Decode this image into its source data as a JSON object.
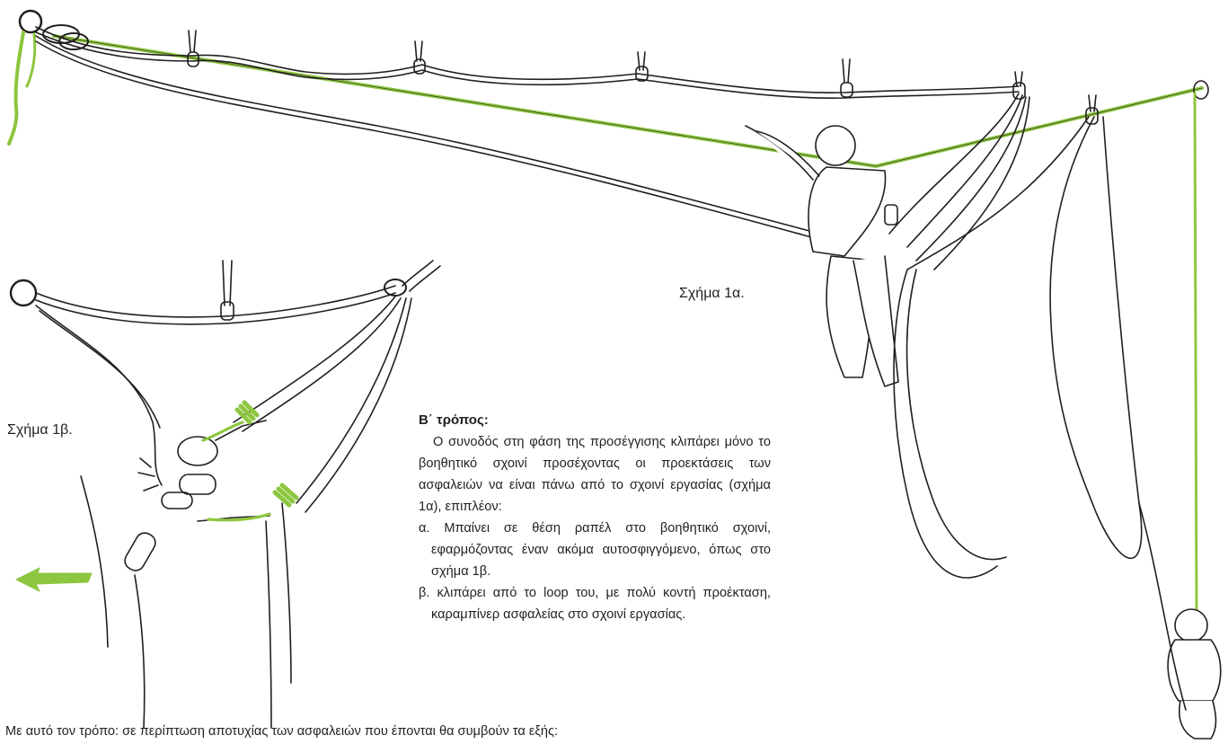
{
  "captions": {
    "fig_1a": "Σχήμα 1α.",
    "fig_1b": "Σχήμα 1β."
  },
  "article": {
    "heading": "Β΄ τρόπος:",
    "paragraph": "Ο συνοδός στη φάση της προσέγγισης κλιπάρει μόνο το βοηθητικό σχοινί προσέχοντας οι προεκτάσεις των ασφαλειών να είναι πάνω από το σχοινί εργασίας (σχήμα 1α), επιπλέον:",
    "items": [
      "α. Μπαίνει σε θέση ραπέλ στο βοηθητικό σχοινί, εφαρμόζοντας έναν ακόμα αυτοσφιγγόμενο, όπως στο σχήμα 1β.",
      "β. κλιπάρει από το loop του, με πολύ κοντή προέκταση, καραμπίνερ ασφαλείας στο σχοινί εργασίας."
    ]
  },
  "footer_text": "Με αυτό τον τρόπο: σε περίπτωση αποτυχίας των ασφαλειών που έπονται θα συμβούν τα εξής:",
  "colors": {
    "rope_green": "#8dc63f",
    "line": "#231f20"
  },
  "icons": [
    "direction-arrow-left-icon"
  ]
}
